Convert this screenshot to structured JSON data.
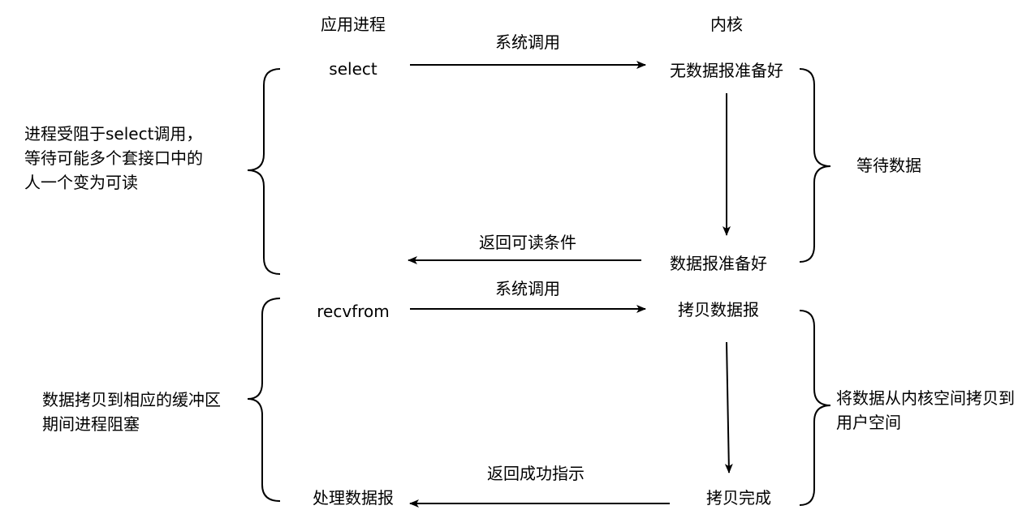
{
  "headers": {
    "app_process": "应用进程",
    "kernel": "内核"
  },
  "phase1": {
    "call_label": "系统调用",
    "app_call": "select",
    "kernel_wait": "无数据报准备好",
    "kernel_ready": "数据报准备好",
    "return_label": "返回可读条件",
    "left_note": "进程受阻于select调用，等待可能多个套接口中的人一个变为可读",
    "right_note": "等待数据"
  },
  "phase2": {
    "call_label": "系统调用",
    "app_call": "recvfrom",
    "kernel_copy": "拷贝数据报",
    "kernel_done": "拷贝完成",
    "return_label": "返回成功指示",
    "app_process": "处理数据报",
    "left_note": "数据拷贝到相应的缓冲区期间进程阻塞",
    "right_note": "将数据从内核空间拷贝到用户空间"
  },
  "colors": {
    "stroke": "#000000",
    "background": "#ffffff"
  }
}
